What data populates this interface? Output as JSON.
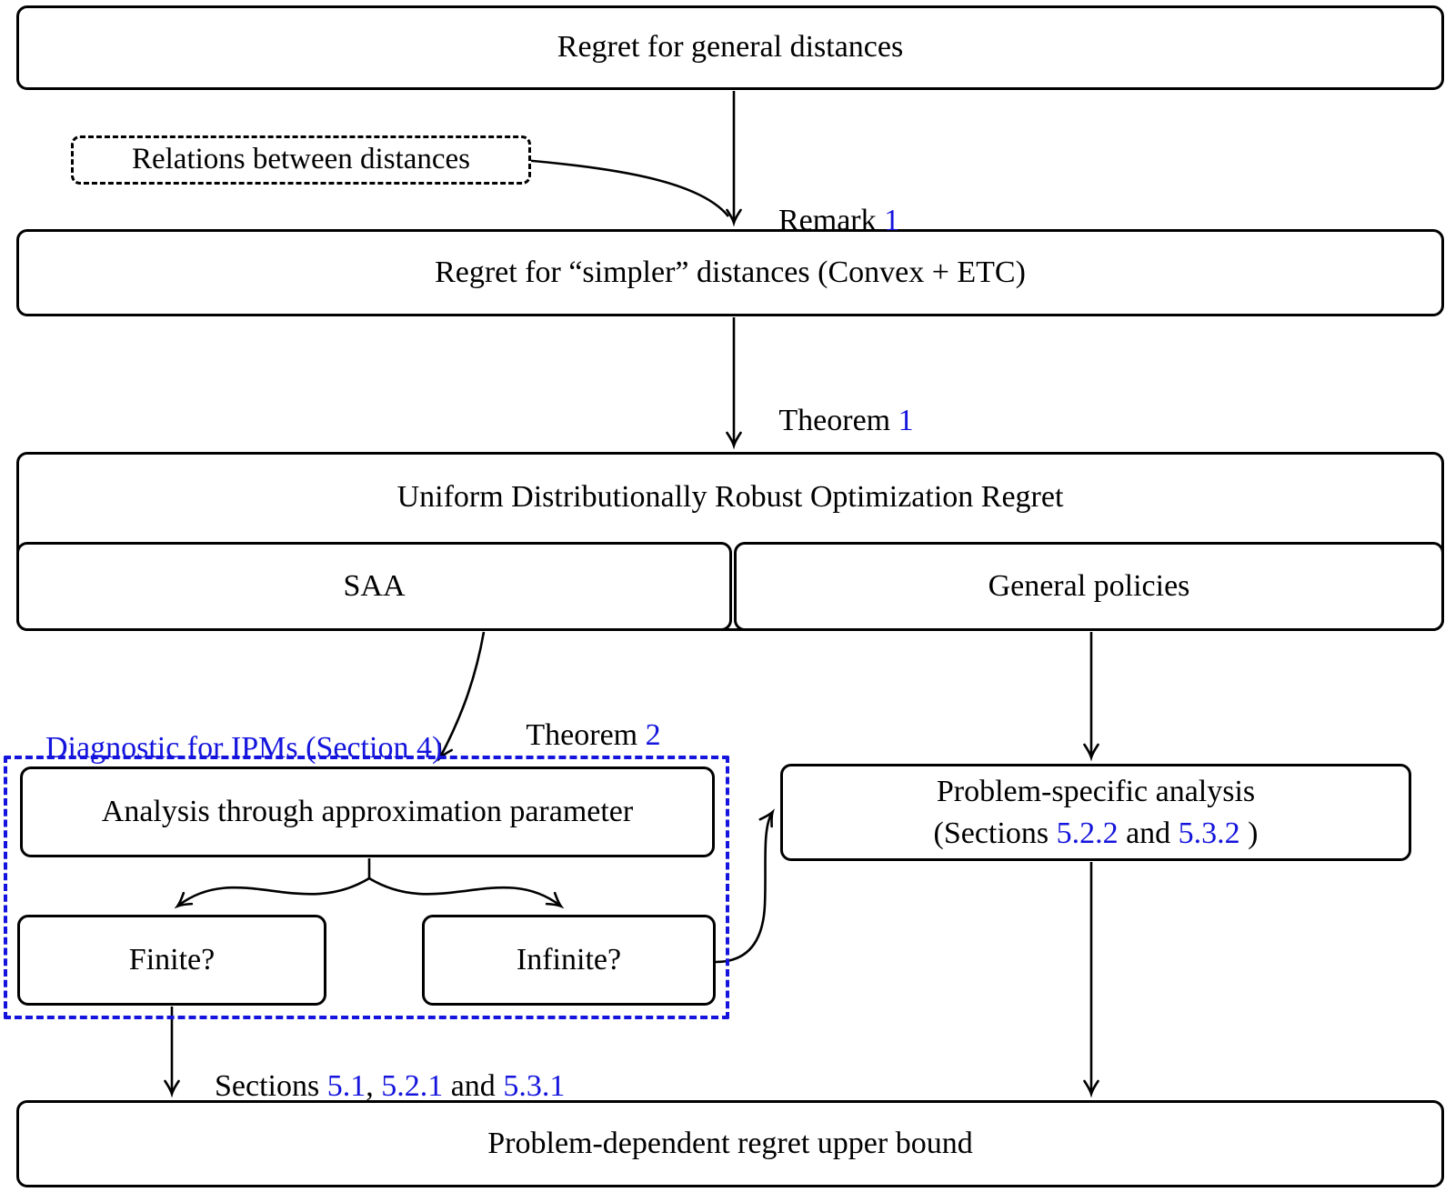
{
  "figure": {
    "colors": {
      "reference_blue": "#1414dd",
      "line_black": "#000000"
    },
    "nodes": {
      "general_distances": "Regret for general distances",
      "relations": "Relations between distances",
      "simpler_distances": "Regret for “simpler” distances (Convex + ETC)",
      "udro_title": "Uniform Distributionally Robust Optimization Regret",
      "saa": "SAA",
      "general_policies": "General policies",
      "analysis": "Analysis through approximation parameter",
      "finite": "Finite?",
      "infinite": "Infinite?",
      "problem_specific_line1": "Problem-specific analysis",
      "problem_dependent": "Problem-dependent regret upper bound"
    },
    "captions": {
      "diagnostic": "Diagnostic for IPMs (Section 4)"
    },
    "edge_labels": {
      "remark_prefix": "Remark ",
      "remark_ref": "1",
      "theorem1_prefix": "Theorem ",
      "theorem1_ref": "1",
      "theorem2_prefix": "Theorem ",
      "theorem2_ref": "2",
      "sections_prefix": "Sections ",
      "sections_ref1": "5.1",
      "sections_sep1": ", ",
      "sections_ref2": "5.2.1",
      "sections_sep2": " and ",
      "sections_ref3": "5.3.1",
      "ps_prefix": "(Sections ",
      "ps_ref1": "5.2.2",
      "ps_sep": " and ",
      "ps_ref2": "5.3.2",
      "ps_suffix": " )"
    }
  }
}
